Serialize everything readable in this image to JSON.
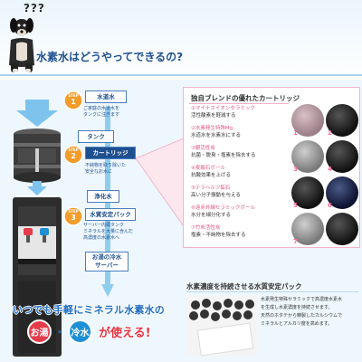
{
  "header": {
    "question_marks": "???",
    "title": "水素水はどうやってできるの?"
  },
  "flow": {
    "steps": [
      {
        "badge_top": "STEP",
        "badge_num": "1",
        "label": "水道水",
        "desc": [
          "ご家庭の水道水を",
          "タンクに注ぎます"
        ]
      },
      {
        "badge_top": "STEP",
        "badge_num": "2",
        "label": "カートリッジ",
        "desc": [
          "不純物を取り除いた",
          "安全なお水に"
        ]
      },
      {
        "badge_top": "STEP",
        "badge_num": "3",
        "label": "水質安定パック",
        "desc": [
          "サーバー内蔵タンク",
          "ミネラルを大量に含んだ",
          "高濃度の水素水へ"
        ]
      }
    ],
    "tank_label": "タンク",
    "purified_label": "浄化水",
    "server_label": [
      "お湯の冷水",
      "サーバー"
    ]
  },
  "cartridge": {
    "title": "独自ブレンドの優れたカートリッジ",
    "items": [
      {
        "name": "①マイナスイオンセラミック",
        "desc": "活性酸素を軽減する"
      },
      {
        "name": "②水素発生特殊Mg",
        "desc": "水道水を水素水にする"
      },
      {
        "name": "③銀活性炭",
        "desc": "抗菌・脱臭・塩素を除去する"
      },
      {
        "name": "④麦飯石ボール",
        "desc": "抗酸効果を上げる"
      },
      {
        "name": "⑤テラヘルツ鉱石",
        "desc": "高い分子振動を与える"
      },
      {
        "name": "⑥遠赤外線セラミックボール",
        "desc": "水分を細分化する"
      },
      {
        "name": "⑦竹炭活性炭",
        "desc": "塩素・不純物を除去する"
      }
    ],
    "ball_numbers": [
      "1",
      "2",
      "3",
      "4",
      "5",
      "6",
      "7"
    ]
  },
  "pack": {
    "title": "水素濃度を持続させる水質安定パック",
    "text": [
      "水素発生特殊セラミックで高濃度水素水",
      "を生成し水素濃度を持続させます。",
      "天然のホタテから精製したカルシウムで",
      "ミネラルとアルカリ度を高めます。"
    ]
  },
  "promo": {
    "line1": "いつでも手軽にミネラル水素水の",
    "hot": "お湯",
    "separator": "・",
    "cold": "冷水",
    "usable": "が使える!"
  },
  "colors": {
    "accent_blue": "#1e4f8f",
    "step_orange": "#f39c2a",
    "pink": "#e0558a",
    "hot_red": "#e63b4a",
    "cold_blue": "#1f8fd6"
  }
}
